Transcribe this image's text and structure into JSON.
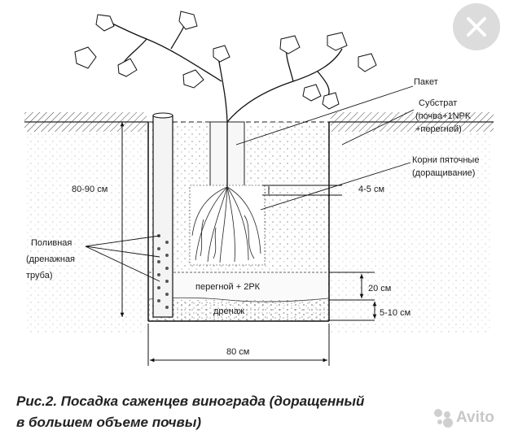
{
  "labels": {
    "packet": "Пакет",
    "substrate_1": "Субстрат",
    "substrate_2": "(почва+1NPK",
    "substrate_3": "+перегной)",
    "roots_1": "Корни пяточные",
    "roots_2": "(доращивание)",
    "depth": "80-90 см",
    "root_offset": "4-5 см",
    "pipe_1": "Поливная",
    "pipe_2": "(дренажная",
    "pipe_3": "труба)",
    "humus_layer": "перегной + 2РК",
    "humus_depth": "20 см",
    "drainage_layer": "дренаж",
    "drainage_depth": "5-10 см",
    "width": "80 см"
  },
  "caption": {
    "line1": "Рис.2. Посадка саженцев винограда (доращенный",
    "line2": "в большем объеме почвы)"
  },
  "watermark": {
    "text": "Avito",
    "icon": "avito-logo-icon"
  },
  "ui": {
    "close_icon": "close-icon",
    "close_bg": "#d6d6d6"
  }
}
